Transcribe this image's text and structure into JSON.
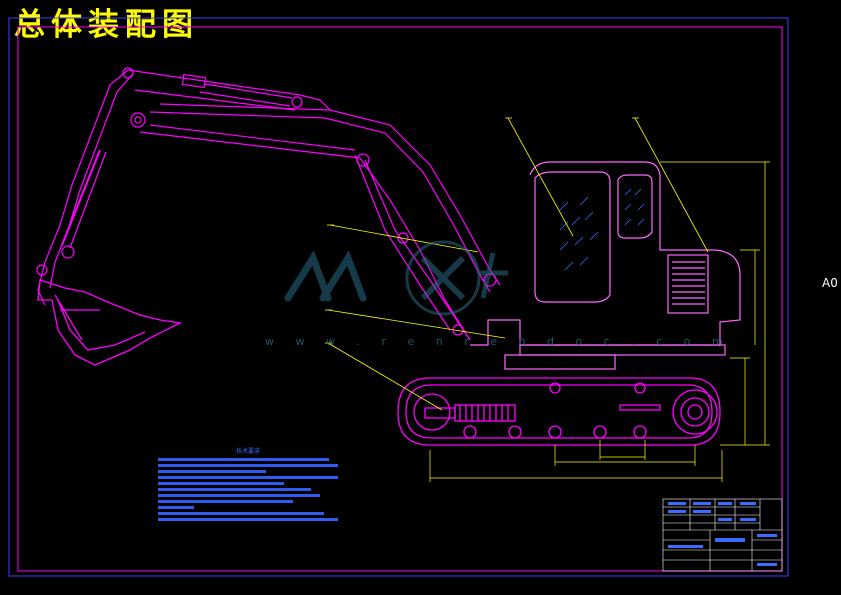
{
  "title": "总体装配图",
  "sheet_size": "A0",
  "watermark": {
    "brand": "人人文库",
    "url": "w w w . r e n r e n d o c . c o m"
  },
  "colors": {
    "border": "#ff00ff",
    "frame": "#3f3fff",
    "boom": "#ff00ff",
    "cab": "#ff66ff",
    "leader": "#ffff00",
    "dim": "#ffff00",
    "notes": "#3a6cff",
    "watermark": "#2b6a84"
  },
  "notes": {
    "heading": "技术要求"
  }
}
